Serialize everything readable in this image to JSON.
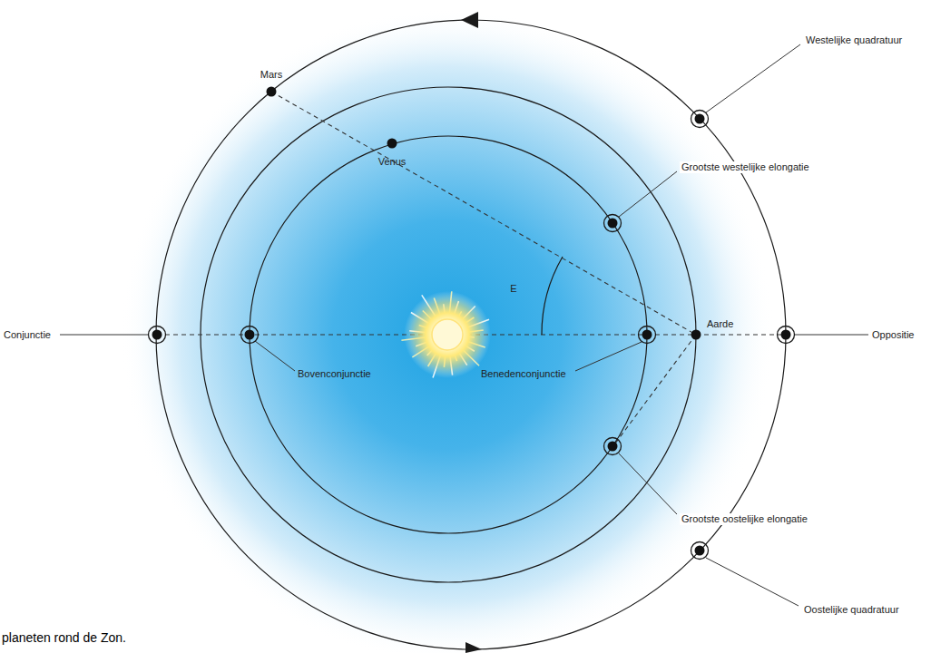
{
  "diagram": {
    "caption": "planeten rond de Zon.",
    "labels": [
      "Mars",
      "Westelijke quadratuur",
      "Venus",
      "Grootste westelijke elongatie",
      "E",
      "Conjunctie",
      "Bovenconjunctie",
      "Benedenconjunctie",
      "Aarde",
      "Oppositie",
      "Grootste oostelijke elongatie",
      "Oostelijke quadratuur"
    ]
  }
}
